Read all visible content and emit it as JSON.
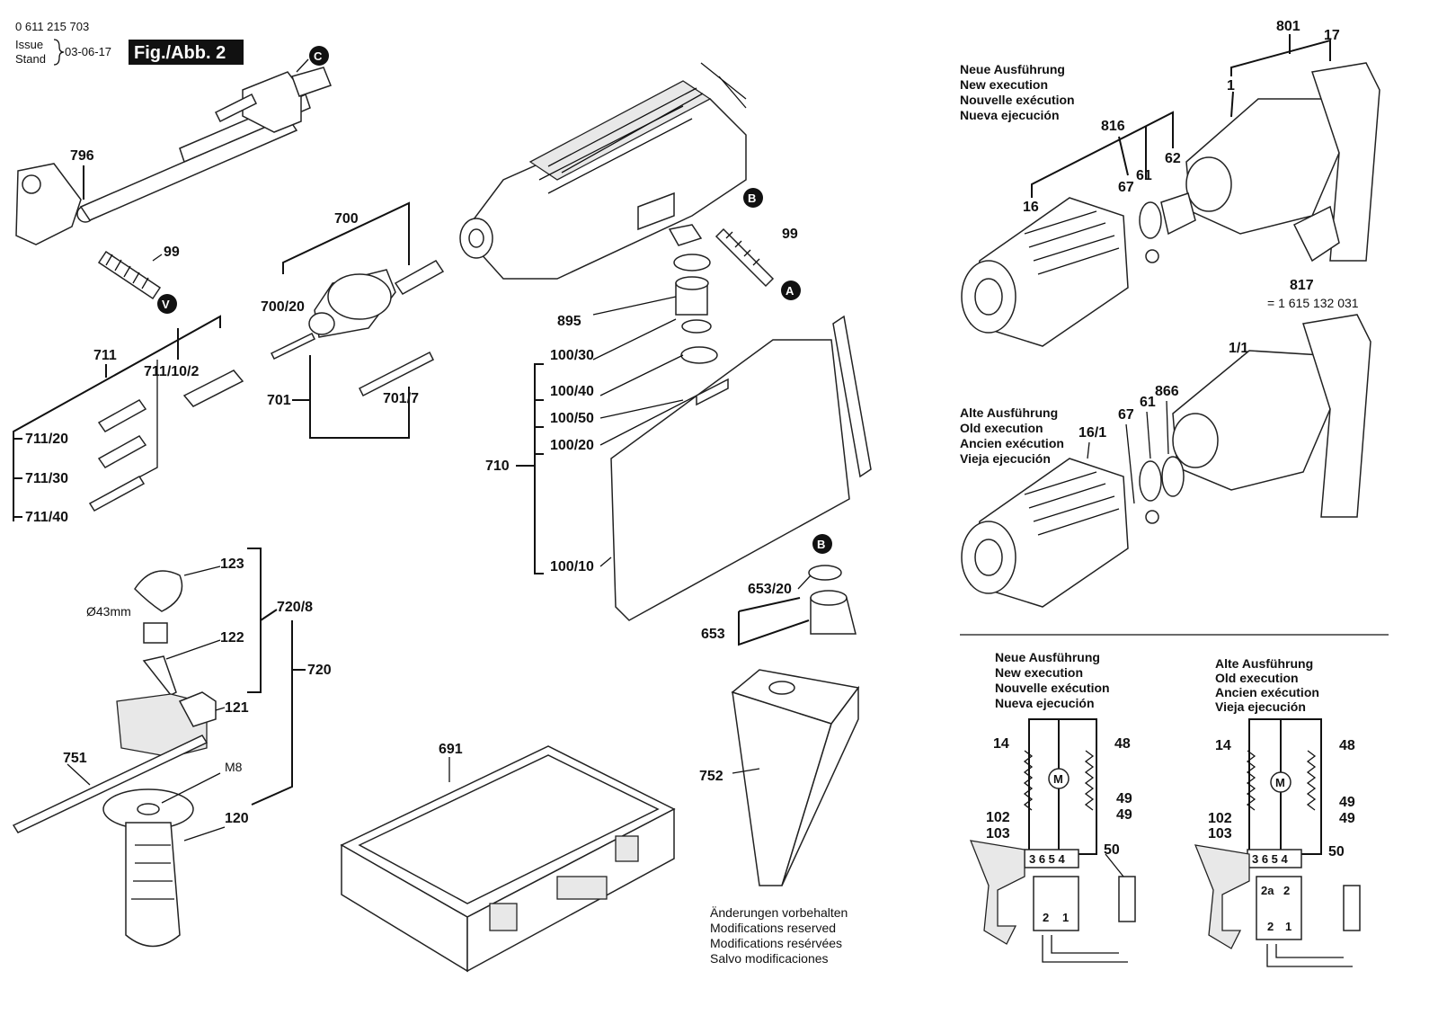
{
  "header": {
    "part_number": "0 611 215 703",
    "issue_label": "Issue",
    "stand_label": "Stand",
    "date": "03-06-17",
    "figure": "Fig./Abb. 2"
  },
  "markers": {
    "a": "A",
    "b": "B",
    "c": "C",
    "v": "V"
  },
  "callouts": {
    "c796": "796",
    "c99a": "99",
    "c700": "700",
    "c700_20": "700/20",
    "c701": "701",
    "c701_7": "701/7",
    "c711": "711",
    "c711_10_2": "711/10/2",
    "c711_20": "711/20",
    "c711_30": "711/30",
    "c711_40": "711/40",
    "c99b": "99",
    "c895": "895",
    "c100_30": "100/30",
    "c100_40": "100/40",
    "c100_50": "100/50",
    "c100_20": "100/20",
    "c710": "710",
    "c100_10": "100/10",
    "c653_20": "653/20",
    "c653": "653",
    "c752": "752",
    "c691": "691",
    "c123": "123",
    "c122": "122",
    "c121": "121",
    "c720_8": "720/8",
    "c720": "720",
    "c751": "751",
    "c120": "120",
    "dia": "Ø43mm",
    "m8": "M8",
    "c801": "801",
    "c17": "17",
    "c1": "1",
    "c816": "816",
    "c62": "62",
    "c61a": "61",
    "c67a": "67",
    "c16": "16",
    "c817": "817",
    "c817_num": "= 1 615 132 031",
    "c1_1": "1/1",
    "c866": "866",
    "c61b": "61",
    "c67b": "67",
    "c16_1": "16/1"
  },
  "execution_new": [
    "Neue Ausführung",
    "New execution",
    "Nouvelle exécution",
    "Nueva ejecución"
  ],
  "execution_old": [
    "Alte Ausführung",
    "Old execution",
    "Ancien exécution",
    "Vieja ejecución"
  ],
  "circuit_left": {
    "title": [
      "Neue Ausführung",
      "New execution",
      "Nouvelle exécution",
      "Nueva ejecución"
    ],
    "labels": {
      "l14": "14",
      "l48": "48",
      "l49a": "49",
      "l49b": "49",
      "l102": "102",
      "l103": "103",
      "l50": "50",
      "motor": "M",
      "terms": "3 6 5 4",
      "t2": "2",
      "t1": "1"
    }
  },
  "circuit_right": {
    "title": [
      "Alte Ausführung",
      "Old execution",
      "Ancien exécution",
      "Vieja ejecución"
    ],
    "labels": {
      "l14": "14",
      "l48": "48",
      "l49a": "49",
      "l49b": "49",
      "l102": "102",
      "l103": "103",
      "l50": "50",
      "motor": "M",
      "terms": "3 6 5 4",
      "t2a": "2a",
      "t2o": "2",
      "t2": "2",
      "t1": "1"
    }
  },
  "footer_note": [
    "Änderungen vorbehalten",
    "Modifications reserved",
    "Modifications resérvées",
    "Salvo modificaciones"
  ]
}
